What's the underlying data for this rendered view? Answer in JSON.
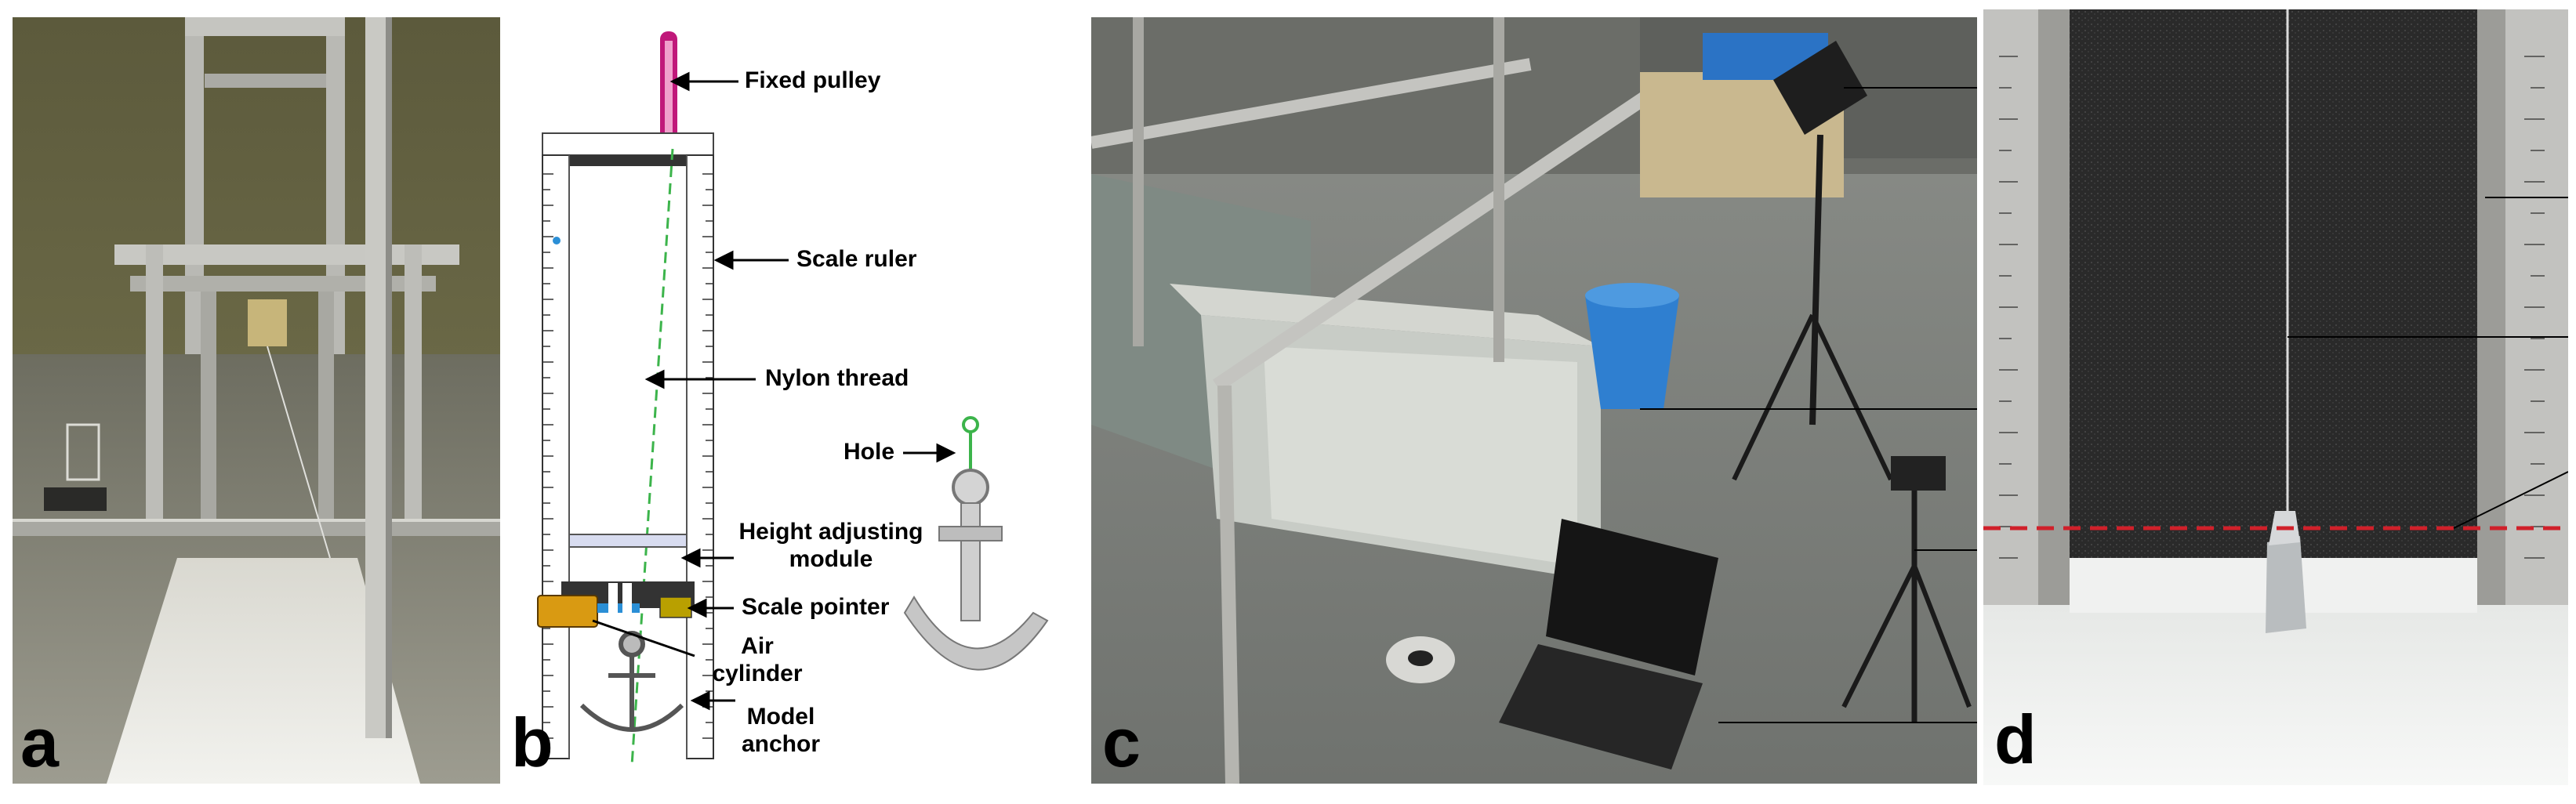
{
  "panels": {
    "a": {
      "letter": "a"
    },
    "b": {
      "letter": "b",
      "labels": {
        "fixed_pulley": "Fixed pulley",
        "scale_ruler": "Scale ruler",
        "nylon_thread": "Nylon thread",
        "hole": "Hole",
        "height_adjusting_line1": "Height adjusting",
        "height_adjusting_line2": "module",
        "scale_pointer": "Scale pointer",
        "air_cylinder_line1": "Air",
        "air_cylinder_line2": "cylinder",
        "model_anchor_line1": "Model",
        "model_anchor_line2": "anchor"
      }
    },
    "c": {
      "letter": "c"
    },
    "d": {
      "letter": "d"
    }
  },
  "colors": {
    "thread_green": "#3cb44b",
    "pulley_magenta": "#c0187a",
    "pointer_orange": "#d99a12",
    "cylinder_blue": "#2b8fd6",
    "waterline_red": "#d0202a"
  }
}
